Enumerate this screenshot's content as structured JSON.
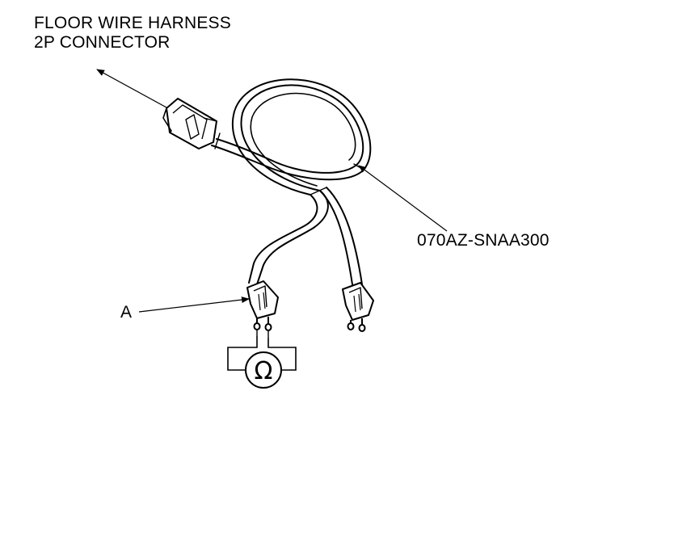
{
  "labels": {
    "connector_line1": "FLOOR WIRE HARNESS",
    "connector_line2": "2P CONNECTOR",
    "part_number": "070AZ-SNAA300",
    "callout_a": "A"
  },
  "ohmmeter": {
    "symbol": "Ω",
    "icon": "ohmmeter-icon"
  },
  "colors": {
    "ink": "#000000",
    "background": "#ffffff"
  }
}
